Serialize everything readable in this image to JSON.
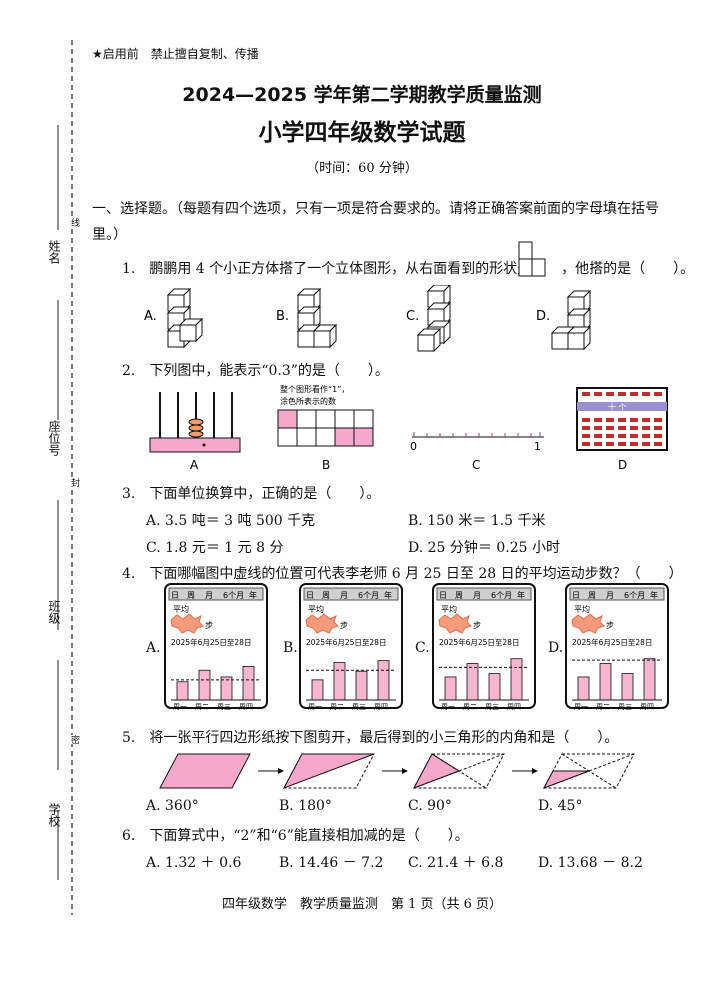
{
  "header": {
    "secret": "★启用前　禁止擅自复制、传播",
    "title": "2024—2025 学年第二学期教学质量监测",
    "subtitle": "小学四年级数学试题",
    "time": "（时间：60 分钟）"
  },
  "margin": {
    "name": "姓名",
    "seat": "座位号",
    "class": "班级",
    "school": "学校",
    "line": "线",
    "seal": "封",
    "bind": "密"
  },
  "section1": {
    "heading": "一、选择题。（每题有四个选项，只有一项是符合要求的。请将正确答案前面的字母填在括号里。）"
  },
  "q1": {
    "before": "1.　鹏鹏用 4 个小正方体搭了一个立体图形，从右面看到的形状是",
    "after": "，他搭的是（　　）。",
    "options": [
      "A.",
      "B.",
      "C.",
      "D."
    ]
  },
  "q2": {
    "text": "2.　下列图中，能表示“0.3”的是（　　）。",
    "fig_b_note1": "整个图形看作“1”，",
    "fig_b_note2": "涂色所表示的数",
    "numline_0": "0",
    "numline_1": "1",
    "abacus_label": "十 个",
    "labels": [
      "A",
      "B",
      "C",
      "D"
    ]
  },
  "q3": {
    "text": "3.　下面单位换算中，正确的是（　　）。",
    "options": [
      "A. 3.5 吨＝ 3 吨 500 千克",
      "B. 150 米＝ 1.5 千米",
      "C. 1.8 元＝ 1 元 8 分",
      "D. 25 分钟＝ 0.25 小时"
    ]
  },
  "q4": {
    "text": "4.　下面哪幅图中虚线的位置可代表李老师 6 月 25 日至 28 日的平均运动步数？（　　）",
    "options": [
      "A.",
      "B.",
      "C.",
      "D."
    ],
    "tabs": [
      "日",
      "周",
      "月",
      "6个月",
      "年"
    ],
    "avg": "平均",
    "steps": "步",
    "date": "2025年6月25日至28日",
    "days": [
      "周一",
      "周二",
      "周三",
      "周四"
    ]
  },
  "q5": {
    "text": "5.　将一张平行四边形纸按下图剪开，最后得到的小三角形的内角和是（　　）。",
    "options": [
      "A. 360°",
      "B. 180°",
      "C. 90°",
      "D. 45°"
    ]
  },
  "q6": {
    "text": "6.　下面算式中，“2”和“6”能直接相加减的是（　　）。",
    "options": [
      "A. 1.32 ＋ 0.6",
      "B. 14.46 － 7.2",
      "C. 21.4 ＋ 6.8",
      "D. 13.68 － 8.2"
    ]
  },
  "footer": {
    "text": "四年级数学　教学质量监测　第 1 页（共 6 页）"
  },
  "colors": {
    "pink": "#f4a7c8",
    "bar": "#f7b6cf",
    "purple": "#9a8fd0"
  }
}
